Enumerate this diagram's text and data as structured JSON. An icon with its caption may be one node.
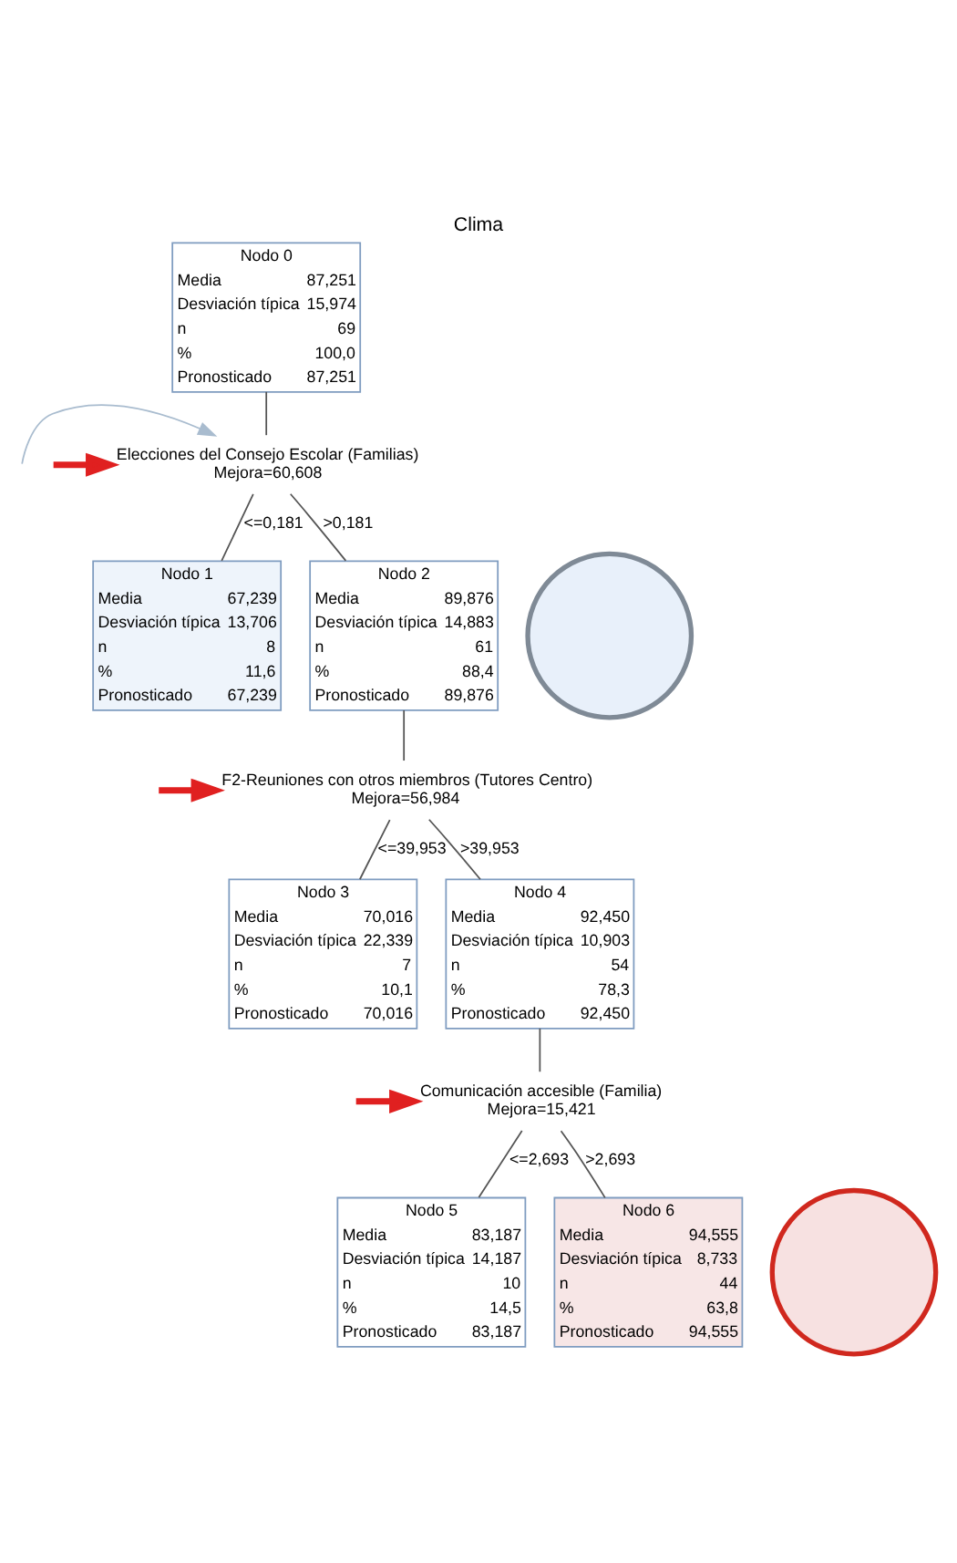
{
  "diagram": {
    "title": "Clima",
    "nodes": [
      {
        "text": [
          "Nodo 0",
          "Media",
          "87,251",
          "Desviación típica",
          "15,974",
          "n",
          "69",
          "%",
          "100,0",
          "Pronosticado",
          "87,251"
        ]
      },
      {
        "text": [
          "Elecciones del Consejo Escolar (Familias)",
          "Mejora=60,608"
        ]
      },
      {
        "text": [],
        "shape": "circle"
      },
      {
        "text": [
          "Nodo 1",
          "Media",
          "67,239",
          "Desviación típica",
          "13,706",
          "n",
          "8",
          "%",
          "11,6",
          "Pronosticado",
          "67,239"
        ]
      },
      {
        "text": [
          "Nodo 2",
          "Media",
          "89,876",
          "Desviación típica",
          "14,883",
          "n",
          "61",
          "%",
          "88,4",
          "Pronosticado",
          "89,876"
        ]
      },
      {
        "text": [
          "F2-Reuniones con otros miembros (Tutores Centro)",
          "Mejora=56,984"
        ]
      },
      {
        "text": [
          "Nodo 3",
          "Media",
          "70,016",
          "Desviación típica",
          "22,339",
          "n",
          "7",
          "%",
          "10,1",
          "Pronosticado",
          "70,016"
        ]
      },
      {
        "text": [
          "Nodo 4",
          "Media",
          "92,450",
          "Desviación típica",
          "10,903",
          "n",
          "54",
          "%",
          "78,3",
          "Pronosticado",
          "92,450"
        ]
      },
      {
        "text": [
          "Comunicación accesible (Familia)",
          "Mejora=15,421"
        ]
      },
      {
        "text": [
          "Nodo 5",
          "Media",
          "83,187",
          "Desviación típica",
          "14,187",
          "n",
          "10",
          "%",
          "14,5",
          "Pronosticado",
          "83,187"
        ]
      },
      {
        "text": [],
        "shape": "circle"
      },
      {
        "text": [
          "Nodo 6",
          "Media",
          "94,555",
          "Desviación típica",
          "8,733",
          "n",
          "44",
          "%",
          "63,8",
          "Pronosticado",
          "94,555"
        ]
      }
    ],
    "edges": [
      {
        "from": 0,
        "to": 1,
        "arrow": "none"
      },
      {
        "from": null,
        "to": 1,
        "arrow": "to",
        "color": "#a9bccf"
      },
      {
        "from": null,
        "to": 1,
        "arrow": "to",
        "style": "thick",
        "color": "#e02020"
      },
      {
        "from": 1,
        "to": 3,
        "arrow": "none",
        "label": "<=0,181"
      },
      {
        "from": 1,
        "to": 4,
        "arrow": "none",
        "label": ">0,181"
      },
      {
        "from": 4,
        "to": 5,
        "arrow": "none"
      },
      {
        "from": null,
        "to": 5,
        "arrow": "to",
        "style": "thick",
        "color": "#e02020"
      },
      {
        "from": 5,
        "to": 6,
        "arrow": "none",
        "label": "<=39,953"
      },
      {
        "from": 5,
        "to": 7,
        "arrow": "none",
        "label": ">39,953"
      },
      {
        "from": 7,
        "to": 8,
        "arrow": "none"
      },
      {
        "from": null,
        "to": 8,
        "arrow": "to",
        "style": "thick",
        "color": "#e02020"
      },
      {
        "from": 8,
        "to": 9,
        "arrow": "none",
        "label": "<=2,693"
      },
      {
        "from": 8,
        "to": 11,
        "arrow": "none",
        "label": ">2,693"
      }
    ]
  }
}
